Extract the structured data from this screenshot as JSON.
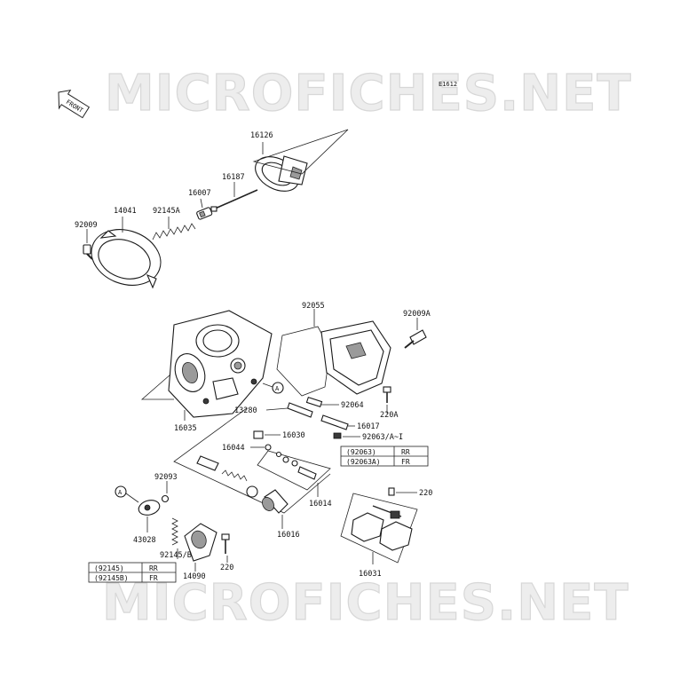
{
  "watermark": {
    "top": "MICROFICHES.NET",
    "bottom": "MICROFICHES.NET"
  },
  "diagram_code": "E1612",
  "front_label": "FRONT",
  "parts": [
    {
      "id": "p16126",
      "label": "16126"
    },
    {
      "id": "p16187",
      "label": "16187"
    },
    {
      "id": "p16007",
      "label": "16007"
    },
    {
      "id": "p92145A",
      "label": "92145A"
    },
    {
      "id": "p14041",
      "label": "14041"
    },
    {
      "id": "p92009",
      "label": "92009"
    },
    {
      "id": "p92055",
      "label": "92055"
    },
    {
      "id": "p92009A",
      "label": "92009A"
    },
    {
      "id": "p92064",
      "label": "92064"
    },
    {
      "id": "p13280",
      "label": "13280"
    },
    {
      "id": "p220A",
      "label": "220A"
    },
    {
      "id": "p16035",
      "label": "16035"
    },
    {
      "id": "p16030",
      "label": "16030"
    },
    {
      "id": "p16017",
      "label": "16017"
    },
    {
      "id": "p92063AI",
      "label": "92063/A~I"
    },
    {
      "id": "p16044",
      "label": "16044"
    },
    {
      "id": "p92093",
      "label": "92093"
    },
    {
      "id": "p220b",
      "label": "220"
    },
    {
      "id": "p16014",
      "label": "16014"
    },
    {
      "id": "p43028",
      "label": "43028"
    },
    {
      "id": "p16016",
      "label": "16016"
    },
    {
      "id": "p92145B",
      "label": "92145/B"
    },
    {
      "id": "p220c",
      "label": "220"
    },
    {
      "id": "p14090",
      "label": "14090"
    },
    {
      "id": "p16031",
      "label": "16031"
    }
  ],
  "ref_markers": {
    "a1": "A",
    "a2": "A"
  },
  "table_92063": [
    {
      "part": "(92063)",
      "pos": "RR"
    },
    {
      "part": "(92063A)",
      "pos": "FR"
    }
  ],
  "table_92145": [
    {
      "part": "(92145)",
      "pos": "RR"
    },
    {
      "part": "(92145B)",
      "pos": "FR"
    }
  ]
}
